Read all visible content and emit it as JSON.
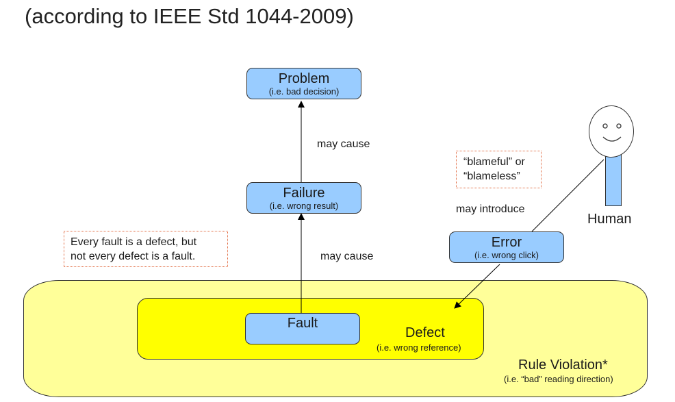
{
  "title": "(according to IEEE Std 1044-2009)",
  "nodes": {
    "problem": {
      "label": "Problem",
      "sub": "(i.e. bad decision)"
    },
    "failure": {
      "label": "Failure",
      "sub": "(i.e. wrong result)"
    },
    "fault": {
      "label": "Fault"
    },
    "error": {
      "label": "Error",
      "sub": "(i.e. wrong click)"
    },
    "defect": {
      "label": "Defect",
      "sub": "(i.e. wrong reference)"
    },
    "rule_violation": {
      "label": "Rule Violation*",
      "sub": "(i.e. “bad” reading direction)"
    },
    "human": {
      "label": "Human"
    }
  },
  "edges": {
    "failure_to_problem": "may cause",
    "fault_to_failure": "may cause",
    "human_to_error": "may introduce"
  },
  "notes": {
    "blame_line1": "“blameful” or",
    "blame_line2": "“blameless”",
    "fault_line1": "Every fault is a defect, but",
    "fault_line2": "not every defect is a fault."
  }
}
